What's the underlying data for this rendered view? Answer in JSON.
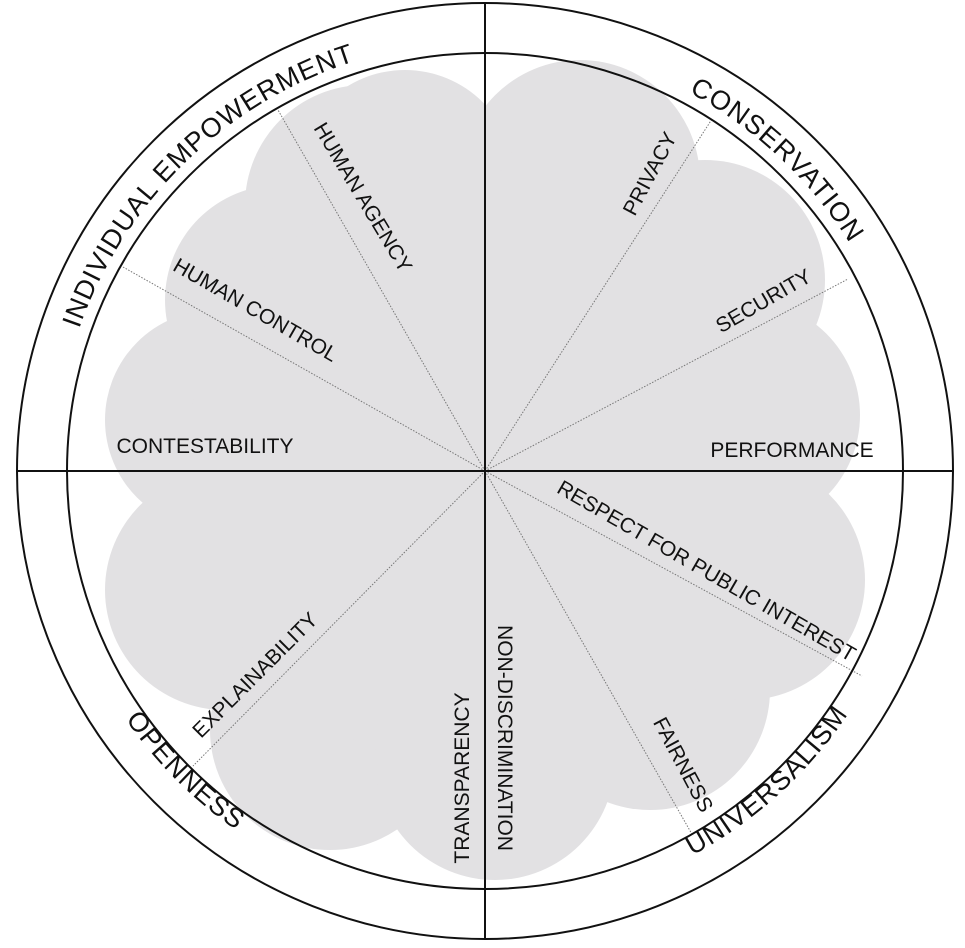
{
  "colors": {
    "cloud": "#e2e1e3",
    "stroke": "#111111",
    "spoke": "#777777",
    "background": "#ffffff"
  },
  "quadrants": [
    {
      "key": "individual-empowerment",
      "label": "INDIVIDUAL EMPOWERMENT"
    },
    {
      "key": "conservation",
      "label": "CONSERVATION"
    },
    {
      "key": "universalism",
      "label": "UNIVERSALISM"
    },
    {
      "key": "openness",
      "label": "OPENNESS"
    }
  ],
  "values": [
    {
      "key": "human-agency",
      "label": "HUMAN AGENCY"
    },
    {
      "key": "human-control",
      "label": "HUMAN CONTROL"
    },
    {
      "key": "contestability",
      "label": "CONTESTABILITY"
    },
    {
      "key": "privacy",
      "label": "PRIVACY"
    },
    {
      "key": "security",
      "label": "SECURITY"
    },
    {
      "key": "performance",
      "label": "PERFORMANCE"
    },
    {
      "key": "respect-for-public-interest",
      "label": "RESPECT FOR PUBLIC INTEREST"
    },
    {
      "key": "fairness",
      "label": "FAIRNESS"
    },
    {
      "key": "non-discrimination",
      "label": "NON-DISCRIMINATION"
    },
    {
      "key": "transparency",
      "label": "TRANSPARENCY"
    },
    {
      "key": "explainability",
      "label": "EXPLAINABILITY"
    }
  ]
}
